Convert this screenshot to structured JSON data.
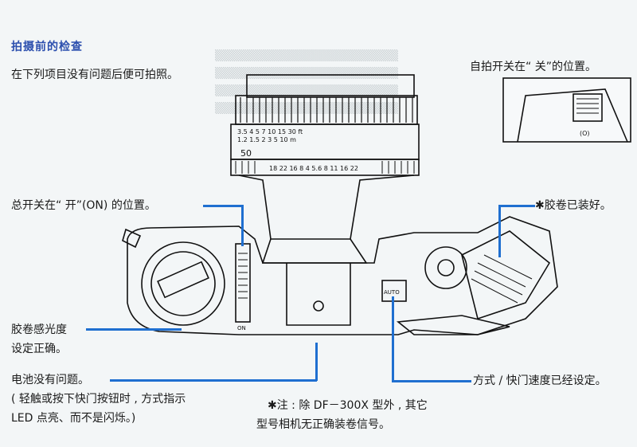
{
  "section": {
    "title": "拍摄前的检查",
    "intro": "在下列项目没有问题后便可拍照。"
  },
  "callouts": {
    "self_timer": "自拍开关在“ 关”的位置。",
    "main_switch": "总开关在“ 开”(ON) 的位置。",
    "film_loaded": "✱胶卷已装好。",
    "film_speed_line1": "胶卷感光度",
    "film_speed_line2": "设定正确。",
    "battery_line1": "电池没有问题。",
    "battery_line2": "( 轻触或按下快门按钮时 , 方式指示",
    "battery_line3": "LED 点亮、而不是闪烁。)",
    "mode_shutter": "方式 / 快门速度已经设定。"
  },
  "note": {
    "line1": "✱注 : 除 DF－300X 型外 , 其它",
    "line2": "型号相机无正确装卷信号。"
  },
  "camera_labels": {
    "lens_scale_top": "3.5 4   5   7   10 15 30   ft",
    "lens_scale_mid": "1.2 1.5     2     3    5  10   m",
    "focal_50": "50",
    "aperture_scale": "18 22 16 8 4 5.6 8 11 16 22",
    "switch_on": "ON",
    "auto_label": "AUTO",
    "timer_o": "(O)"
  },
  "colors": {
    "title": "#2c4fae",
    "leader": "#1f6fd0",
    "background": "#f3f6f7"
  }
}
